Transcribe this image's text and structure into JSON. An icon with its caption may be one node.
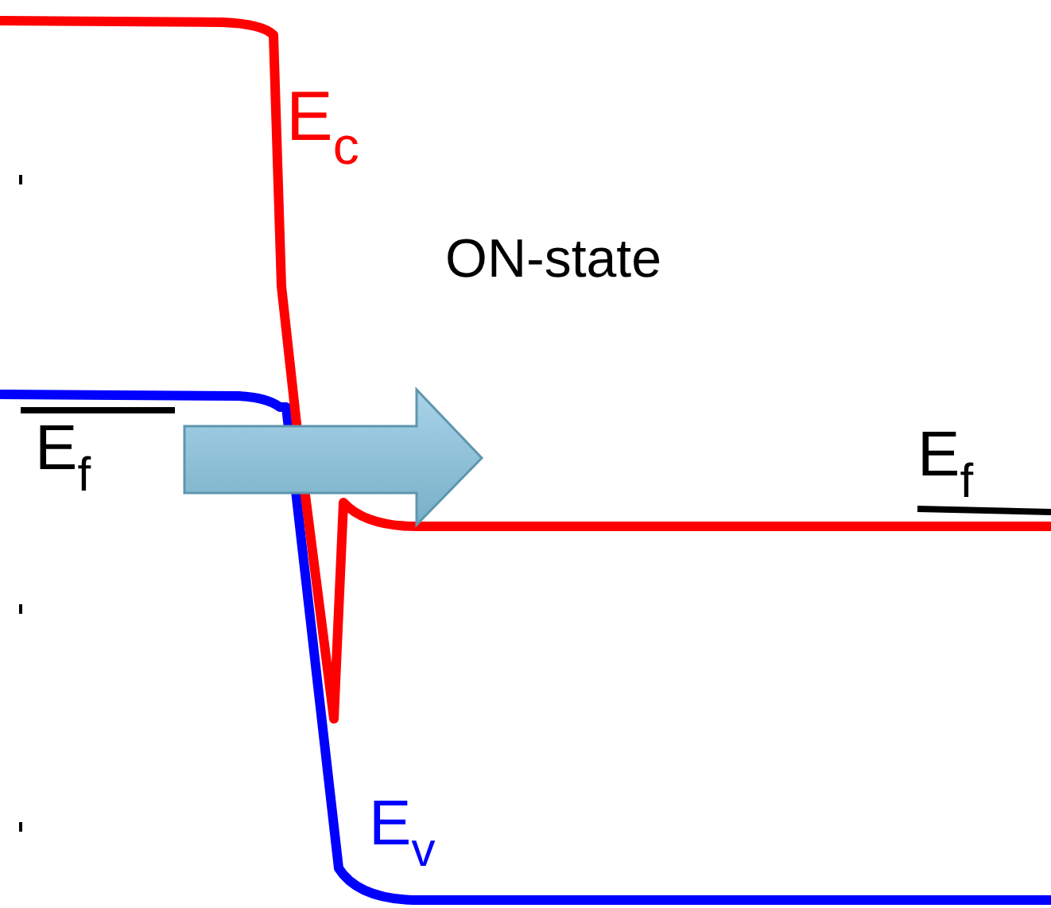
{
  "diagram": {
    "labels": [
      "E$_{c}$",
      "ON-state",
      "E$_{f}$",
      "E$_{f}$",
      "E$_{v}$"
    ]
  }
}
